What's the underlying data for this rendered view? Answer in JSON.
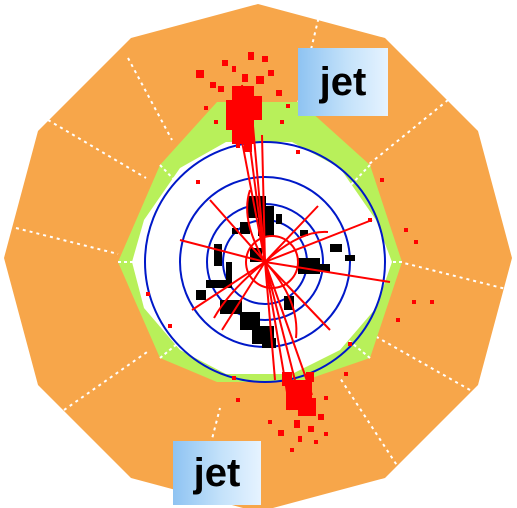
{
  "labels": {
    "jet_top": "jet",
    "jet_bottom": "jet"
  },
  "colors": {
    "outer_calorimeter": "#f7a64a",
    "inner_calorimeter": "#b8f05a",
    "tracker": "#ffffff",
    "track_circles": "#0018c8",
    "tracks": "#ff0000",
    "hits": "#000000",
    "segment_lines": "#ffffff",
    "label_bg": "#b8dcf7"
  },
  "icons": [
    "detector-display"
  ]
}
